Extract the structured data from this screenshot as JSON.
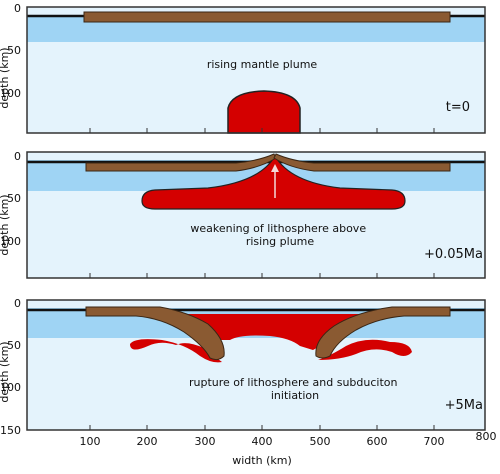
{
  "yaxis": {
    "label": "depth (km)",
    "ticks_top": [
      "0",
      "50",
      "100"
    ],
    "ticks_bottom": [
      "0",
      "50",
      "100",
      "150"
    ]
  },
  "xaxis": {
    "label": "width (km)",
    "ticks": [
      "100",
      "200",
      "300",
      "400",
      "500",
      "600",
      "700",
      "800"
    ]
  },
  "panels": [
    {
      "caption": [
        "rising mantle plume"
      ],
      "time": "t=0"
    },
    {
      "caption": [
        "weakening of lithosphere above",
        "rising plume"
      ],
      "time": "+0.05Ma"
    },
    {
      "caption": [
        "rupture of lithosphere and subduciton",
        "initiation"
      ],
      "time": "+5Ma"
    }
  ],
  "colors": {
    "plume": "#d40000",
    "plate": "#8a5a32",
    "lithosphere": "#9fd4f4",
    "mantle": "#e4f3fc",
    "frame": "#333333"
  }
}
